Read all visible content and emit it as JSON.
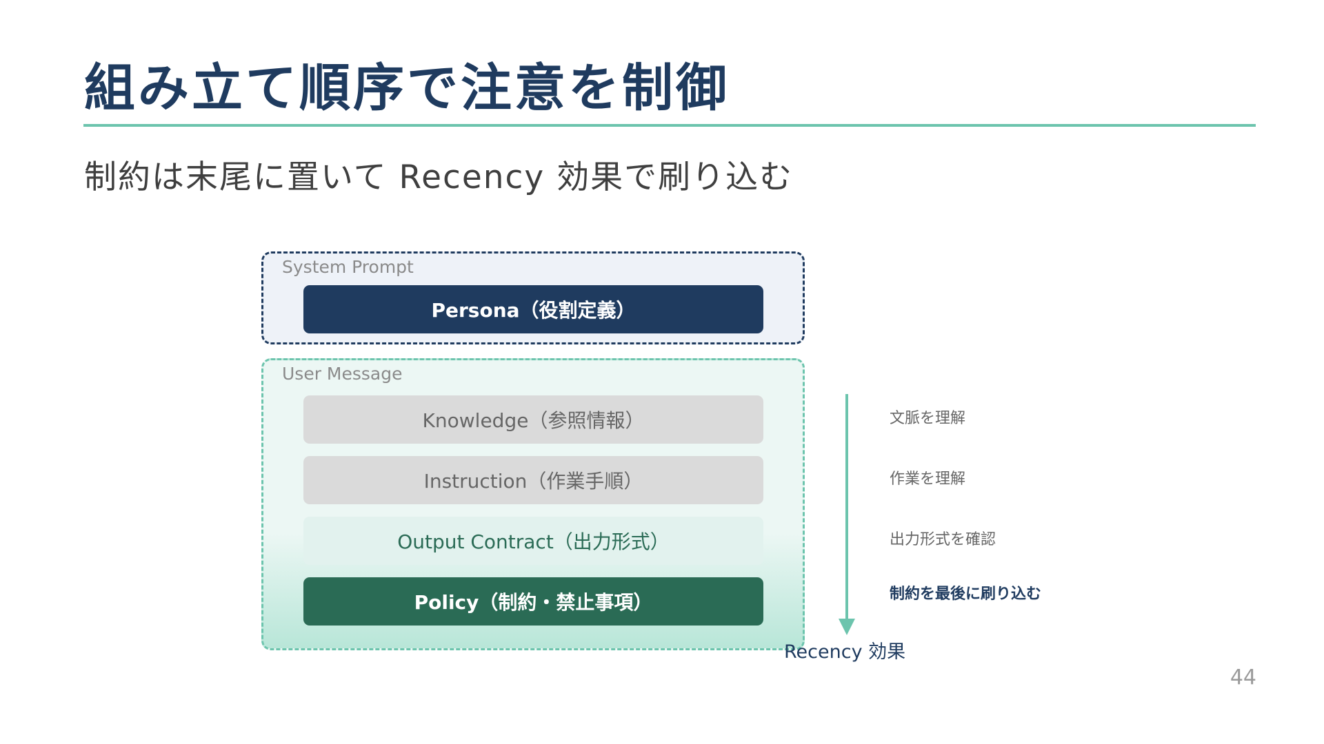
{
  "slide": {
    "title": "組み立て順序で注意を制御",
    "subtitle": "制約は末尾に置いて Recency 効果で刷り込む",
    "page_number": "44"
  },
  "diagram": {
    "system_group": {
      "label": "System Prompt",
      "layers": [
        "Persona（役割定義）"
      ]
    },
    "user_group": {
      "label": "User Message",
      "layers": [
        "Knowledge（参照情報）",
        "Instruction（作業手順）",
        "Output Contract（出力形式）",
        "Policy（制約・禁止事項）"
      ]
    },
    "flow": {
      "steps": [
        "文脈を理解",
        "作業を理解",
        "出力形式を確認",
        "制約を最後に刷り込む"
      ],
      "caption": "Recency 効果"
    }
  },
  "colors": {
    "navy": "#1f3b5f",
    "teal_accent": "#6cc4ad",
    "dark_green": "#2a6b55",
    "gray_layer": "#dadada",
    "light_green_layer": "#e2f2ee"
  }
}
